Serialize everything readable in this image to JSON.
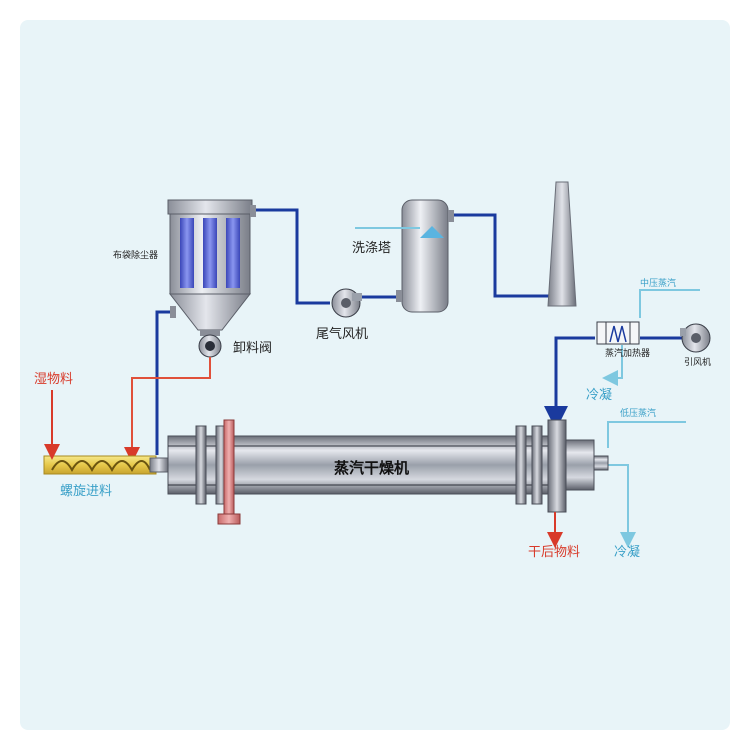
{
  "colors": {
    "background": "#e8f4f8",
    "air_pipe": "#1a3a9e",
    "feed_pipe": "#e0503a",
    "steam_pipe": "#7ec8e0",
    "product_pipe": "#e0503a",
    "label_dark": "#222222",
    "label_red": "#d83a2a",
    "label_blue": "#3aa0c8"
  },
  "labels": {
    "bag_filter": "布袋除尘器",
    "discharge_valve": "卸料阀",
    "tail_fan": "尾气风机",
    "scrubber": "洗涤塔",
    "medium_steam": "中压蒸汽",
    "steam_heater": "蒸汽加热器",
    "induced_fan": "引风机",
    "condensate_1": "冷凝",
    "wet_material": "湿物料",
    "screw_feeder": "螺旋进料",
    "dryer": "蒸汽干燥机",
    "low_steam": "低压蒸汽",
    "dry_product": "干后物料",
    "condensate_2": "冷凝"
  }
}
